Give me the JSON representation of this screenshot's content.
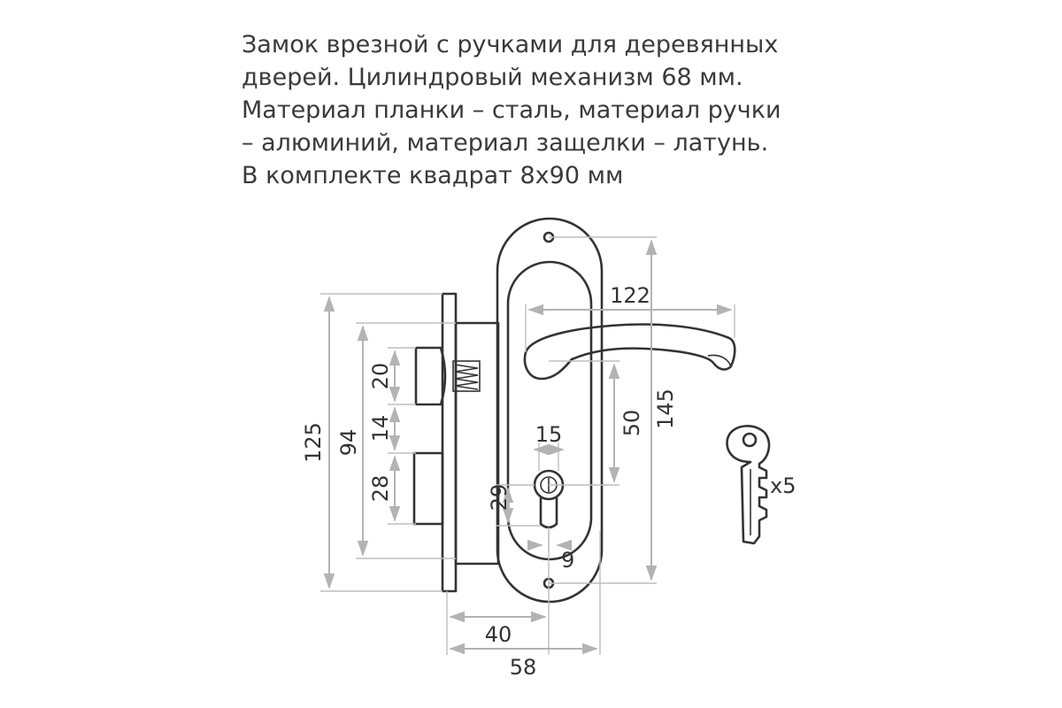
{
  "description": {
    "lines": [
      "Замок врезной с ручками для деревянных",
      "дверей. Цилиндровый механизм 68 мм.",
      "Материал планки – сталь, материал ручки",
      "– алюминий, материал защелки – латунь.",
      "В комплекте квадрат 8х90 мм"
    ]
  },
  "dimensions": {
    "faceplate_height": "125",
    "body_height": "94",
    "latch_height": "20",
    "gap_height": "14",
    "bolt_height": "28",
    "cylinder_offset": "29",
    "cylinder_width": "15",
    "cylinder_bottom": "9",
    "handle_length": "122",
    "escutcheon_height": "145",
    "handle_to_cylinder": "50",
    "backset": "40",
    "depth": "58"
  },
  "keys": {
    "quantity": "x5"
  },
  "colors": {
    "outline": "#333333",
    "dimension_lines": "#b3b3b3"
  }
}
